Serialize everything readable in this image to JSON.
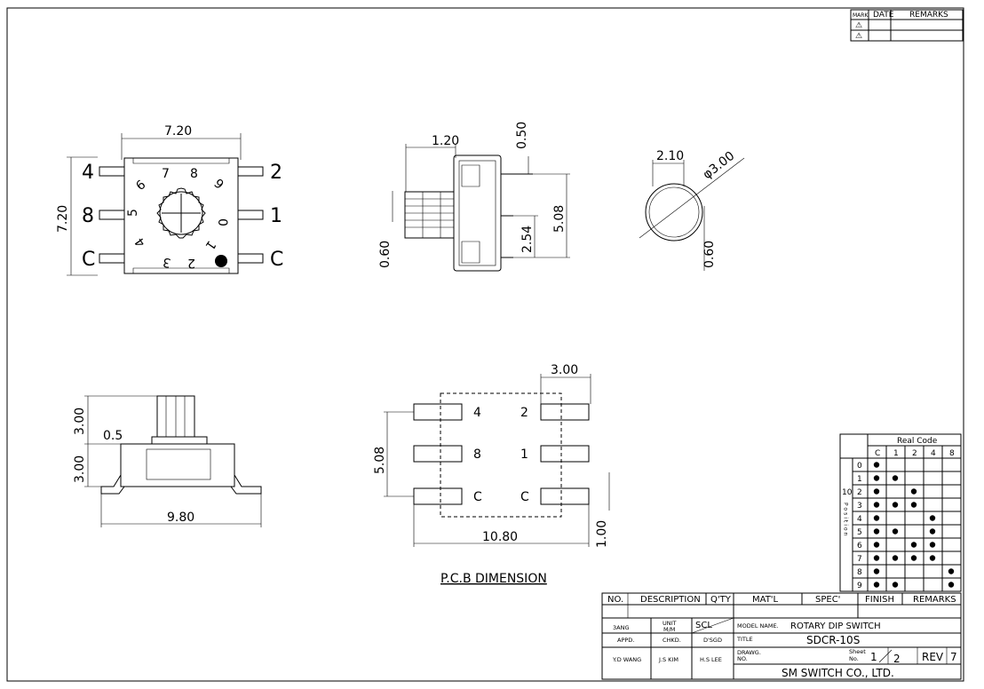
{
  "revision_table": {
    "headers": [
      "MARK",
      "DATE",
      "REMARKS"
    ],
    "mark_symbols": [
      "⚠",
      "⚠"
    ]
  },
  "top_view": {
    "width_dim": "7.20",
    "height_dim": "7.20",
    "left_labels": [
      "4",
      "8",
      "C"
    ],
    "right_labels": [
      "2",
      "1",
      "C"
    ],
    "dial_numbers": [
      "0",
      "1",
      "2",
      "3",
      "4",
      "5",
      "6",
      "7",
      "8",
      "9"
    ]
  },
  "side_view": {
    "dims": [
      "1.20",
      "0.50",
      "5.08",
      "2.54",
      "0.60"
    ]
  },
  "knob_view": {
    "dims": [
      "2.10",
      "φ3.00",
      "0.60"
    ]
  },
  "front_view": {
    "dims": [
      "3.00",
      "0.5",
      "3.00",
      "9.80"
    ]
  },
  "pcb_view": {
    "dims": [
      "3.00",
      "5.08",
      "10.80",
      "1.00"
    ],
    "pad_labels_left": [
      "4",
      "8",
      "C"
    ],
    "pad_labels_right": [
      "2",
      "1",
      "C"
    ],
    "caption": "P.C.B DIMENSION"
  },
  "real_code_table": {
    "title": "Real Code",
    "columns": [
      "C",
      "1",
      "2",
      "4",
      "8"
    ],
    "side_label_top": "10",
    "side_label": "Position",
    "rows": [
      {
        "pos": "0",
        "marks": [
          1,
          0,
          0,
          0,
          0
        ]
      },
      {
        "pos": "1",
        "marks": [
          1,
          1,
          0,
          0,
          0
        ]
      },
      {
        "pos": "2",
        "marks": [
          1,
          0,
          1,
          0,
          0
        ]
      },
      {
        "pos": "3",
        "marks": [
          1,
          1,
          1,
          0,
          0
        ]
      },
      {
        "pos": "4",
        "marks": [
          1,
          0,
          0,
          1,
          0
        ]
      },
      {
        "pos": "5",
        "marks": [
          1,
          1,
          0,
          1,
          0
        ]
      },
      {
        "pos": "6",
        "marks": [
          1,
          0,
          1,
          1,
          0
        ]
      },
      {
        "pos": "7",
        "marks": [
          1,
          1,
          1,
          1,
          0
        ]
      },
      {
        "pos": "8",
        "marks": [
          1,
          0,
          0,
          0,
          1
        ]
      },
      {
        "pos": "9",
        "marks": [
          1,
          1,
          0,
          0,
          1
        ]
      }
    ]
  },
  "title_block": {
    "header": [
      "NO.",
      "DESCRIPTION",
      "Q'TY",
      "MAT'L",
      "SPEC'",
      "FINISH",
      "REMARKS"
    ],
    "angle": "3ANG",
    "unit_label": "UNIT",
    "unit_value": "M/M",
    "scl_label": "SCL",
    "model_name_label": "MODEL NAME.",
    "model_name": "ROTARY DIP SWITCH",
    "appd_label": "APPD.",
    "chkd_label": "CHKD.",
    "dsgd_label": "D'SGD",
    "title_label": "TITLE",
    "title": "SDCR-10S",
    "appd_name": "Y.D WANG",
    "chkd_name": "J.S KIM",
    "dsgd_name": "H.S LEE",
    "drawg_label": "DRAWG.",
    "no_label": "NO.",
    "sheet_label": "Sheet",
    "sheet_no_label": "No.",
    "sheet_value": "1",
    "sheet_total": "2",
    "rev_label": "REV",
    "rev_value": "7",
    "company": "SM SWITCH CO., LTD."
  }
}
